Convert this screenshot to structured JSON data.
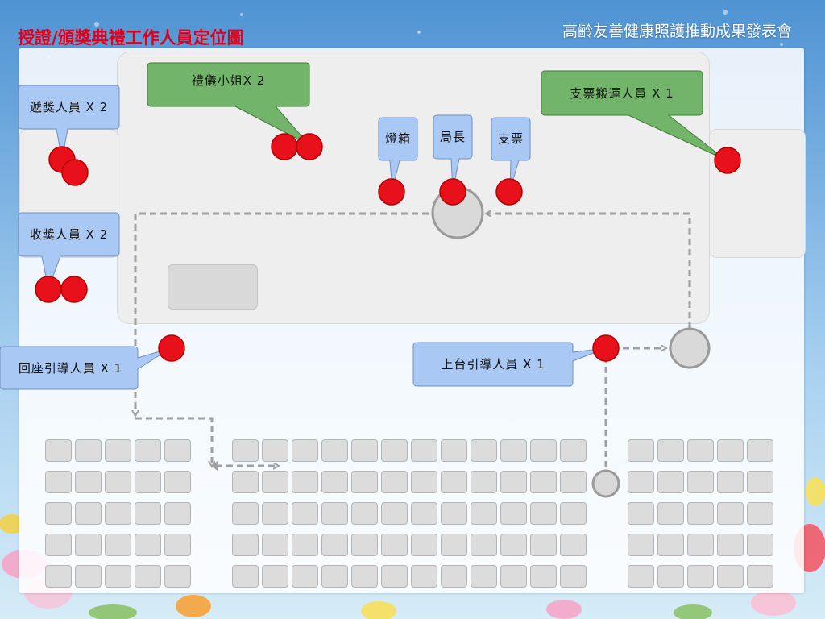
{
  "slide": {
    "title": "授證/頒獎典禮工作人員定位圖",
    "header": "高齡友善健康照護推動成果發表會"
  },
  "callouts": {
    "award_passer": "遞獎人員 X 2",
    "etiquette": "禮儀小姐X 2",
    "check_carrier": "支票搬運人員 X 1",
    "lightbox": "燈箱",
    "director": "局長",
    "check": "支票",
    "award_receiver": "收獎人員 X 2",
    "return_guide": "回座引導人員 X 1",
    "stage_guide": "上台引導人員 X 1"
  },
  "colors": {
    "staff_dot": "#e8101b",
    "blue_callout": "#a9c8f3",
    "green_callout": "#72b56a",
    "path_line": "#a0a0a0",
    "title": "#e0001b"
  },
  "seating": {
    "rows": 5,
    "block_columns": [
      5,
      12,
      5
    ]
  }
}
